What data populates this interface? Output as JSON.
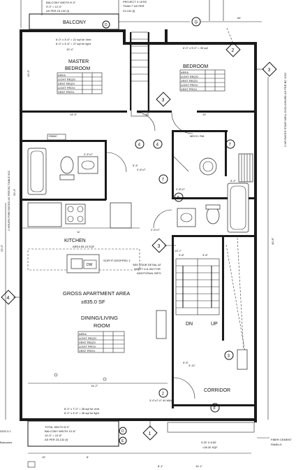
{
  "rooms": {
    "balcony": "BALCONY",
    "master_bedroom_l1": "MASTER",
    "master_bedroom_l2": "BEDROOM",
    "bedroom": "BEDROOM",
    "kitchen": "KITCHEN",
    "kitchen_area": "AREA 55.18 SQF",
    "gross_area_l1": "GROSS APARTMENT AREA",
    "gross_area_l2": "±835.0 SF",
    "dining_l1": "DINING/LIVING",
    "dining_l2": "ROOM",
    "mech_rm": "MECH. RM.",
    "corridor": "CORRIDOR",
    "hwac": "HWAC",
    "dw": "DW",
    "dn": "DN",
    "up": "UP"
  },
  "notes": {
    "top_left": [
      "BALCONY WIDTH 8'-0\"",
      "9'-0\" = 12'-0\"",
      "AS PER 23-132 (f)"
    ],
    "top_right": [
      "PROJECT 4' LESS",
      "THAN 7' AS PER",
      "23-132 (f)"
    ],
    "vent_master": [
      "6'-0\" x 3'-6\" = 21 sqf for Vent",
      "6'-0\" x 4'-6\" = 27 sqf for light"
    ],
    "vent_bedroom": "6'-0\" x 5'-0\" = 30 sqf",
    "vent_dining": [
      "8'-0\" x 7'-0\" = 28 sqf for vent",
      "8'-0\" x 4'-6\" = 36 sqf for light"
    ],
    "bottom": [
      "TOTAL WIDTH 8'-0\"",
      "BALCONY WIDTH 10'-8\"",
      "10'-0\" = 10'-8\"",
      "AS PER 23-132 (f)"
    ],
    "soffit": "SOFFIT DROPPED 1'",
    "stair": [
      "SEE STAIR DETAIL AT",
      "SHEET # A-302 FOR",
      "ADDITIONAL INFO."
    ],
    "left_vertical": "2 HOURS FIRE RATED AS PER BC TABLE 602",
    "right_vertical": "2 HR RATED STAIR WELL ENCLOSURE AS PER BC 1022",
    "fiber_cement": [
      "FIBER CEMENT",
      "PANELS"
    ],
    "balcony_area": [
      "3.33' X 8.50'",
      "=28.30 SQF"
    ],
    "balcony_label": "Balconies"
  },
  "tags": {
    "g": "G",
    "f": "F",
    "d": "D",
    "e": "E",
    "diamonds": [
      "2",
      "3",
      "3",
      "3",
      "4",
      "2",
      "1",
      "3"
    ],
    "circles": [
      "4",
      "4",
      "7",
      "7",
      "6",
      "2",
      "3"
    ]
  },
  "dimensions": {
    "top_total": "64'",
    "master_width": "10'-4\"",
    "bed_width": "10'",
    "master_depth": "10'-6\"",
    "kitchen_w": "11'",
    "dining_w": "14'-2\"",
    "left_total": "20'-4\"",
    "right_total": "40'-8\"",
    "left_mid": "23'-5\"",
    "bottom_left": "10'",
    "bottom_mid": "8'",
    "bottom_right": "8'-1\"",
    "bottom_far": "10'-1\"",
    "door_a": "2'-4\"x7'",
    "door_b": "2'-6\"x7'",
    "door_c": "2'-8\"x7'",
    "door_d": "2'-6\"x7'",
    "door_e": "3'-0\"x7'-0\" 90 MIN",
    "stair_tread": "3'-8\"",
    "stair_w": "3'-6\"",
    "corr_w": "3'-11\"",
    "small_1": "14'-5\"",
    "small_2": "7'-4\"",
    "small_3": "5'-4\"",
    "small_4": "13'-7\"",
    "small_5": "5'-2\"",
    "small_6": "9'-5\""
  },
  "light_vent_tables": {
    "master": [
      [
        "AREA",
        "...",
        "..."
      ],
      [
        "LIGHT REQ'D",
        "...",
        "..."
      ],
      [
        "VENT REQ'D",
        "...",
        "..."
      ],
      [
        "LIGHT PROV.",
        "...",
        "..."
      ],
      [
        "VENT PROV.",
        "...",
        "..."
      ]
    ],
    "bedroom": [
      [
        "AREA",
        "...",
        "..."
      ],
      [
        "LIGHT REQ'D",
        "...",
        "..."
      ],
      [
        "VENT REQ'D",
        "...",
        "..."
      ],
      [
        "LIGHT PROV.",
        "...",
        "..."
      ],
      [
        "VENT PROV.",
        "...",
        "..."
      ]
    ],
    "dining": [
      [
        "AREA",
        "...",
        "..."
      ],
      [
        "LIGHT REQ'D",
        "...",
        "..."
      ],
      [
        "VENT REQ'D",
        "...",
        "..."
      ],
      [
        "LIGHT PROV.",
        "...",
        "..."
      ],
      [
        "VENT PROV.",
        "...",
        "..."
      ]
    ]
  },
  "sheet_ref": "3202.3.1"
}
